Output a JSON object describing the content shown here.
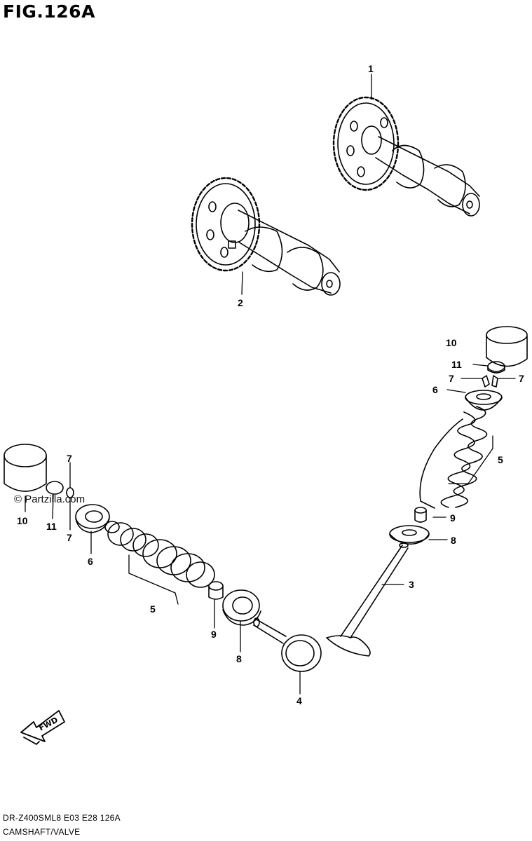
{
  "figure": {
    "title": "FIG.126A"
  },
  "watermark": "© Partzilla.com",
  "footer": {
    "model_code": "DR-Z400SML8  E03  E28  126A",
    "section": "CAMSHAFT/VALVE"
  },
  "fwd_label": "FWD",
  "callouts": {
    "c1": "1",
    "c2": "2",
    "c3": "3",
    "c4": "4",
    "c5r": "5",
    "c5l": "5",
    "c6r": "6",
    "c6l": "6",
    "c7ra": "7",
    "c7rb": "7",
    "c7la": "7",
    "c7lb": "7",
    "c8r": "8",
    "c8l": "8",
    "c9r": "9",
    "c9l": "9",
    "c10r": "10",
    "c10l": "10",
    "c11r": "11",
    "c11l": "11"
  }
}
